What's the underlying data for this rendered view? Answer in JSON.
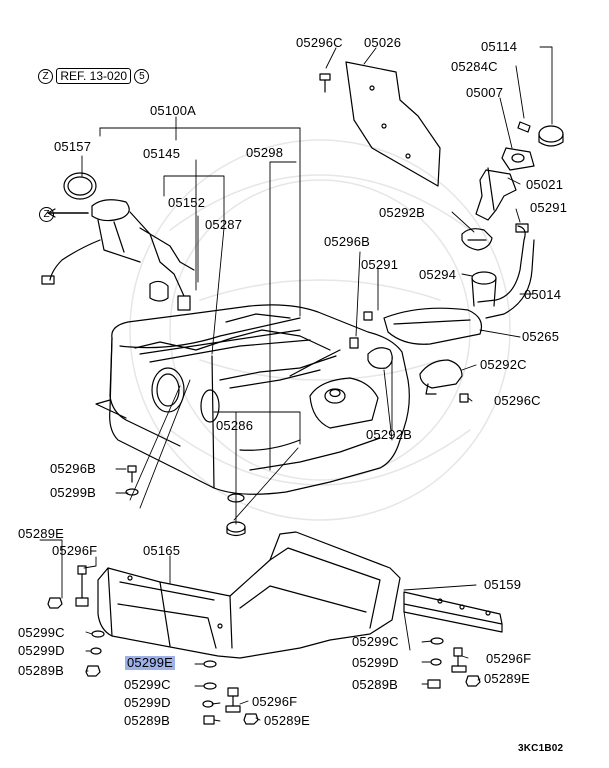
{
  "reference": {
    "prefix": "Z",
    "text": "REF. 13-020",
    "page": "5"
  },
  "arrow_marker": "Z",
  "diagram_code": "3KC1B02",
  "labels": [
    {
      "id": "p05296c_top",
      "text": "05296C"
    },
    {
      "id": "p05026",
      "text": "05026"
    },
    {
      "id": "p05114",
      "text": "05114"
    },
    {
      "id": "p05284c",
      "text": "05284C"
    },
    {
      "id": "p05007",
      "text": "05007"
    },
    {
      "id": "p05100a",
      "text": "05100A"
    },
    {
      "id": "p05157",
      "text": "05157"
    },
    {
      "id": "p05145",
      "text": "05145"
    },
    {
      "id": "p05298",
      "text": "05298"
    },
    {
      "id": "p05021",
      "text": "05021"
    },
    {
      "id": "p05152",
      "text": "05152"
    },
    {
      "id": "p05287",
      "text": "05287"
    },
    {
      "id": "p05292b_top",
      "text": "05292B"
    },
    {
      "id": "p05291_right",
      "text": "05291"
    },
    {
      "id": "p05296b_mid",
      "text": "05296B"
    },
    {
      "id": "p05291_mid",
      "text": "05291"
    },
    {
      "id": "p05294",
      "text": "05294"
    },
    {
      "id": "p05014",
      "text": "05014"
    },
    {
      "id": "p05265",
      "text": "05265"
    },
    {
      "id": "p05292c",
      "text": "05292C"
    },
    {
      "id": "p05296c_right",
      "text": "05296C"
    },
    {
      "id": "p05286",
      "text": "05286"
    },
    {
      "id": "p05292b_low",
      "text": "05292B"
    },
    {
      "id": "p05296b_left",
      "text": "05296B"
    },
    {
      "id": "p05299b_left",
      "text": "05299B"
    },
    {
      "id": "p05289e_left",
      "text": "05289E"
    },
    {
      "id": "p05296f_left",
      "text": "05296F"
    },
    {
      "id": "p05165",
      "text": "05165"
    },
    {
      "id": "p05159",
      "text": "05159"
    },
    {
      "id": "p05299c_left",
      "text": "05299C"
    },
    {
      "id": "p05299d_left",
      "text": "05299D"
    },
    {
      "id": "p05289b_left",
      "text": "05289B"
    },
    {
      "id": "p05299e",
      "text": "05299E",
      "highlighted": true
    },
    {
      "id": "p05299c_bot",
      "text": "05299C"
    },
    {
      "id": "p05296f_bot",
      "text": "05296F"
    },
    {
      "id": "p05299d_bot",
      "text": "05299D"
    },
    {
      "id": "p05289b_bot",
      "text": "05289B"
    },
    {
      "id": "p05289e_bot",
      "text": "05289E"
    },
    {
      "id": "p05299c_right",
      "text": "05299C"
    },
    {
      "id": "p05299d_right",
      "text": "05299D"
    },
    {
      "id": "p05296f_right",
      "text": "05296F"
    },
    {
      "id": "p05289b_right",
      "text": "05289B"
    },
    {
      "id": "p05289e_right",
      "text": "05289E"
    }
  ],
  "colors": {
    "ink": "#000000",
    "highlight": "#9db1e8",
    "watermark": "#e6e6e6"
  }
}
